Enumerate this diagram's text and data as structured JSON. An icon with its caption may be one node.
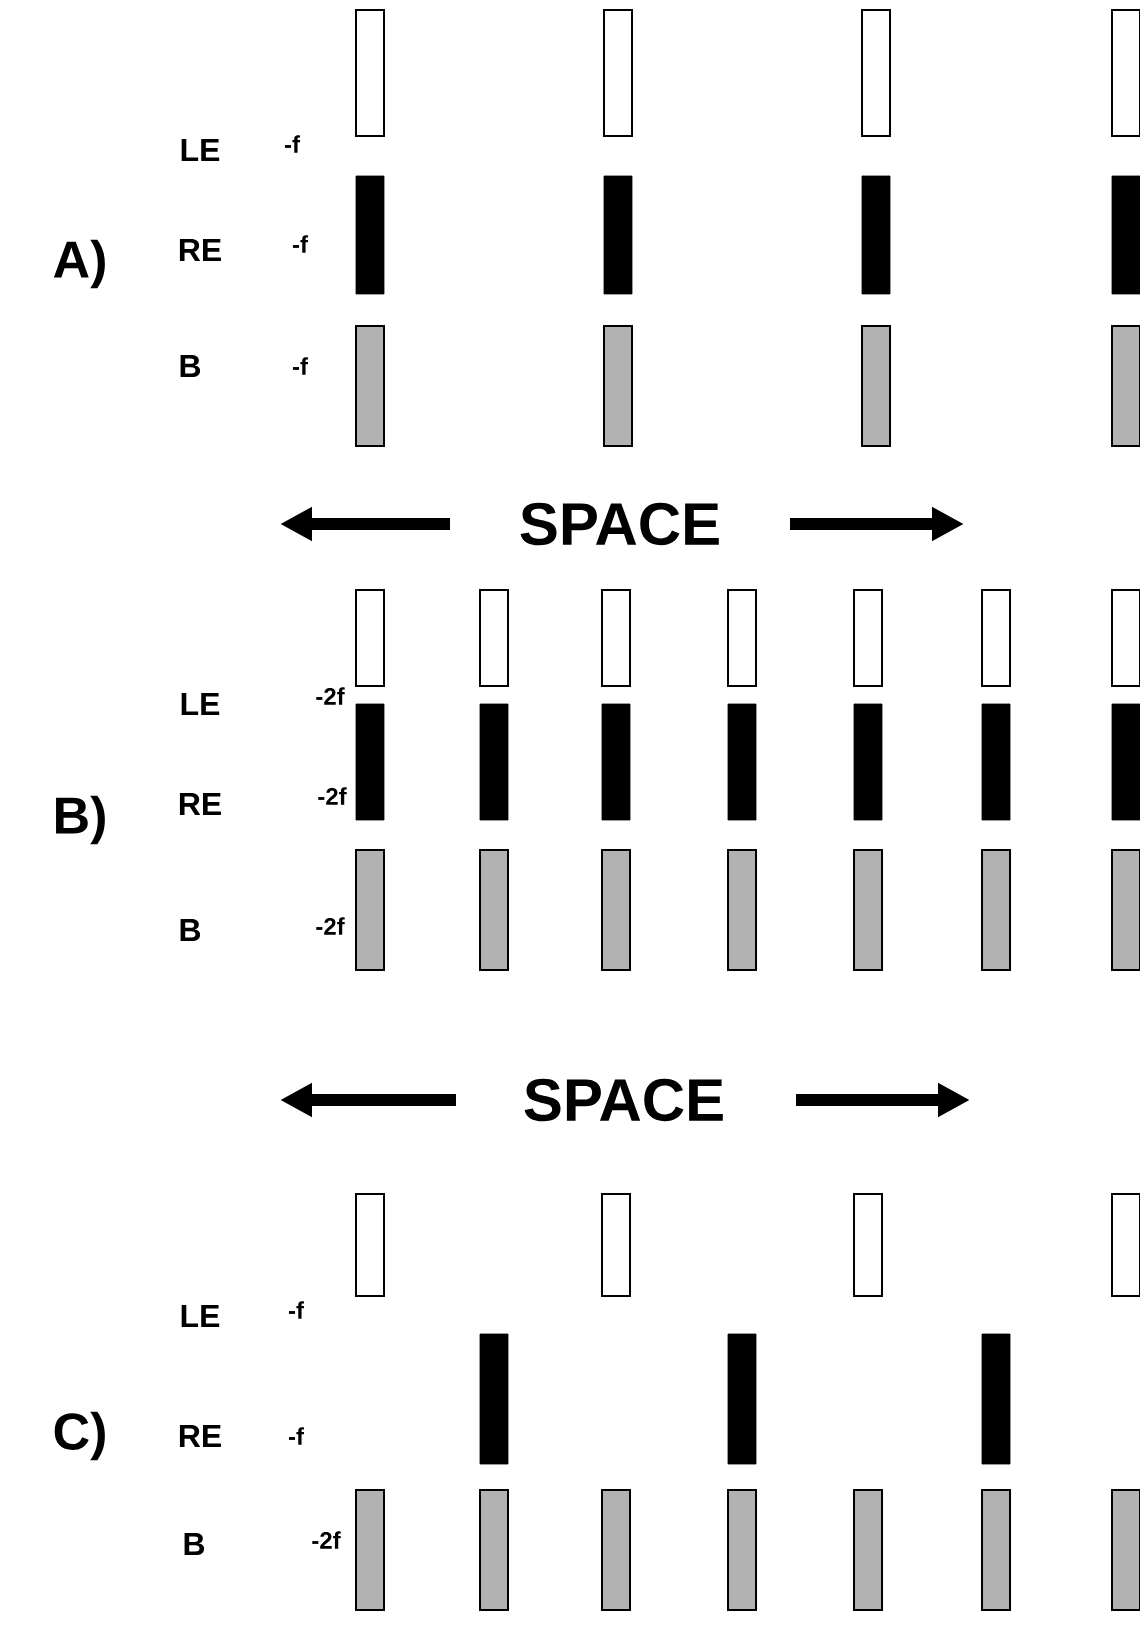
{
  "diagram": {
    "labels": [
      "LE",
      "-f",
      "A)",
      "RE",
      "-f",
      "B",
      "-f",
      "SPACE",
      "LE",
      "-2f",
      "B)",
      "RE",
      "-2f",
      "B",
      "-2f",
      "SPACE",
      "LE",
      "-f",
      "C)",
      "RE",
      "-f",
      "B",
      "-2f"
    ]
  }
}
